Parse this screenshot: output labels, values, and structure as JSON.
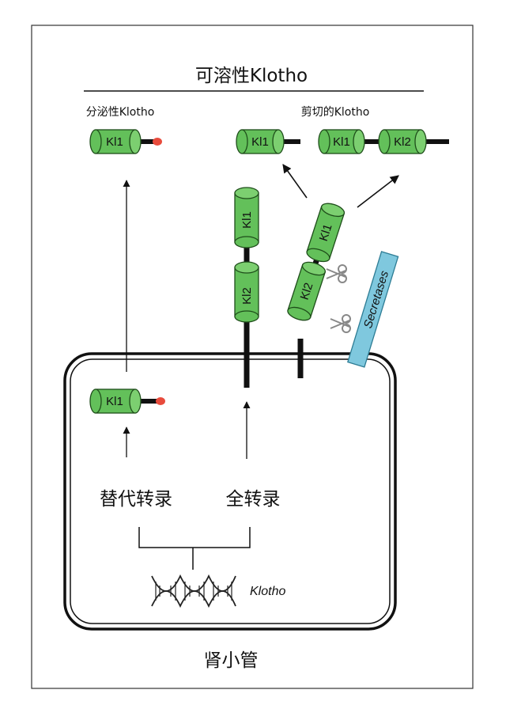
{
  "title": "可溶性Klotho",
  "labels": {
    "secreted": "分泌性Klotho",
    "cleaved": "剪切的Klotho",
    "alt_transcription": "替代转录",
    "full_transcription": "全转录",
    "gene": "Klotho",
    "cell": "肾小管",
    "enzyme": "Secretases"
  },
  "domains": {
    "kl1": "Kl1",
    "kl2": "Kl2"
  },
  "colors": {
    "domain_fill": "#63c05a",
    "domain_stroke": "#1e4d1a",
    "tail_red": "#e84b3c",
    "enzyme_fill": "#7fc8de",
    "line": "#111111"
  }
}
